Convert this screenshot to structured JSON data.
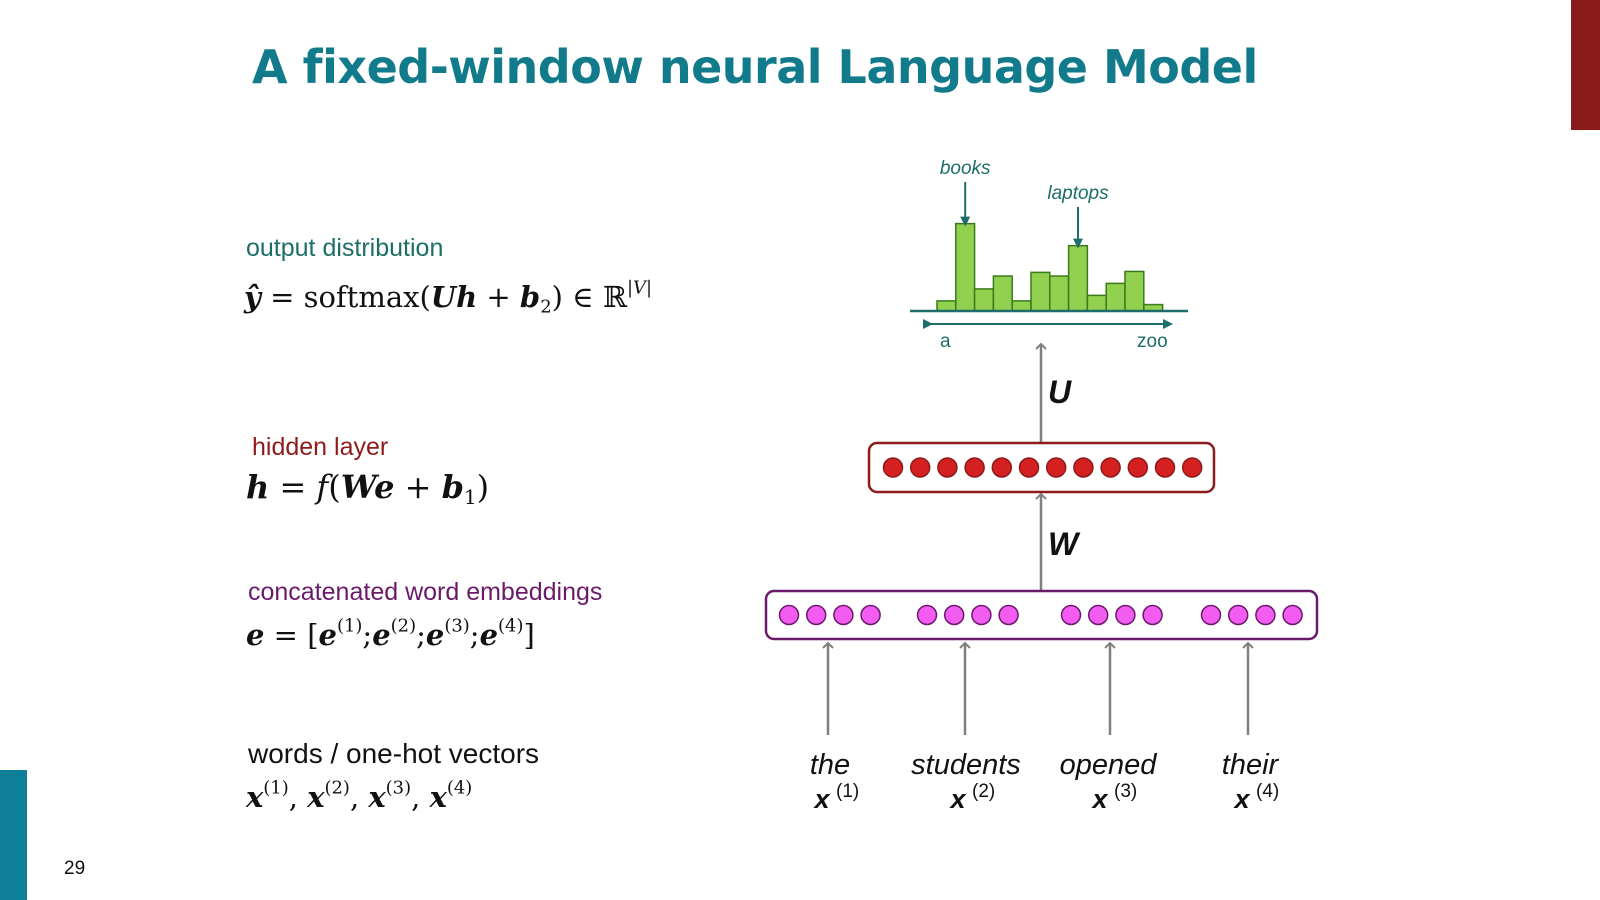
{
  "slide": {
    "title": "A fixed-window neural Language Model",
    "page_number": "29"
  },
  "labels": {
    "output": "output distribution",
    "hidden": "hidden layer",
    "embeddings": "concatenated word embeddings",
    "words": "words / one-hot vectors"
  },
  "formulas": {
    "output": {
      "yhat": "ŷ",
      "eq": " = softmax(",
      "U": "U",
      "h": "h",
      "plus": " + ",
      "b": "b",
      "b_sub": "2",
      "close": ") ∈ ℝ",
      "sup": "|V|"
    },
    "hidden": {
      "h": "h",
      "eq": " = ",
      "f": "f",
      "open": "(",
      "W": "W",
      "e": "e",
      "plus": " + ",
      "b": "b",
      "b_sub": "1",
      "close": ")"
    },
    "embeddings": {
      "e": "e",
      "eq": " = [",
      "sep": ";",
      "close": "]",
      "sups": [
        "(1)",
        "(2)",
        "(3)",
        "(4)"
      ]
    },
    "words": {
      "x": "x",
      "sep": ", ",
      "sups": [
        "(1)",
        "(2)",
        "(3)",
        "(4)"
      ]
    }
  },
  "diagram": {
    "words": [
      {
        "word": "the",
        "vec": "x",
        "sup": "(1)"
      },
      {
        "word": "students",
        "vec": "x",
        "sup": "(2)"
      },
      {
        "word": "opened",
        "vec": "x",
        "sup": "(3)"
      },
      {
        "word": "their",
        "vec": "x",
        "sup": "(4)"
      }
    ],
    "weight_W": "W",
    "weight_U": "U",
    "hidden_units": 12,
    "embedding_units_per_word": 4,
    "histogram": {
      "bar_values": [
        0.11,
        0.95,
        0.24,
        0.38,
        0.11,
        0.42,
        0.38,
        0.71,
        0.17,
        0.3,
        0.43,
        0.07
      ],
      "annotations": [
        {
          "label": "books",
          "bar_index": 1
        },
        {
          "label": "laptops",
          "bar_index": 7
        }
      ],
      "axis_start": "a",
      "axis_end": "zoo"
    },
    "colors": {
      "title": "#117a8b",
      "bar_fill": "#92d050",
      "bar_stroke": "#3a7a1a",
      "hidden_fill": "#d42020",
      "hidden_box": "#8e1b1b",
      "embedding_fill": "#f35cf0",
      "embedding_box": "#6b1a6b",
      "annotation": "#1d6d68",
      "arrow": "#808080"
    }
  }
}
